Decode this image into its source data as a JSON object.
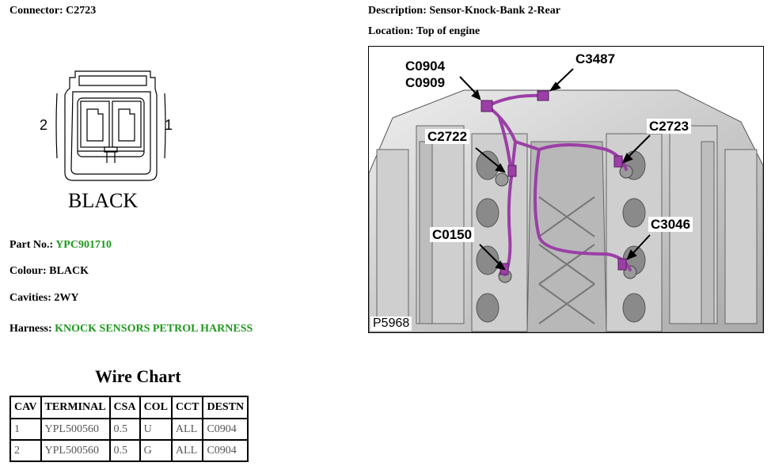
{
  "connector": {
    "label": "Connector:",
    "value": "C2723"
  },
  "diagram": {
    "pin_left": "2",
    "pin_right": "1",
    "color_text": "BLACK"
  },
  "part": {
    "label": "Part No.:",
    "value": "YPC901710"
  },
  "colour": {
    "label": "Colour:",
    "value": "BLACK"
  },
  "cavities": {
    "label": "Cavities:",
    "value": "2WY"
  },
  "harness": {
    "label": "Harness:",
    "value": "KNOCK SENSORS PETROL HARNESS"
  },
  "description": {
    "label": "Description:",
    "value": "Sensor-Knock-Bank 2-Rear"
  },
  "location": {
    "label": "Location:",
    "value": "Top of engine"
  },
  "photo": {
    "callouts": [
      "C0904",
      "C0909",
      "C3487",
      "C2722",
      "C2723",
      "C0150",
      "C3046"
    ],
    "figure_number": "P5968"
  },
  "wire_chart": {
    "title": "Wire Chart",
    "headers": [
      "CAV",
      "TERMINAL",
      "CSA",
      "COL",
      "CCT",
      "DESTN"
    ],
    "rows": [
      [
        "1",
        "YPL500560",
        "0.5",
        "U",
        "ALL",
        "C0904"
      ],
      [
        "2",
        "YPL500560",
        "0.5",
        "G",
        "ALL",
        "C0904"
      ]
    ]
  },
  "colors": {
    "green_value": "#1e9a1e",
    "harness_wire": "#9b3fa6"
  }
}
